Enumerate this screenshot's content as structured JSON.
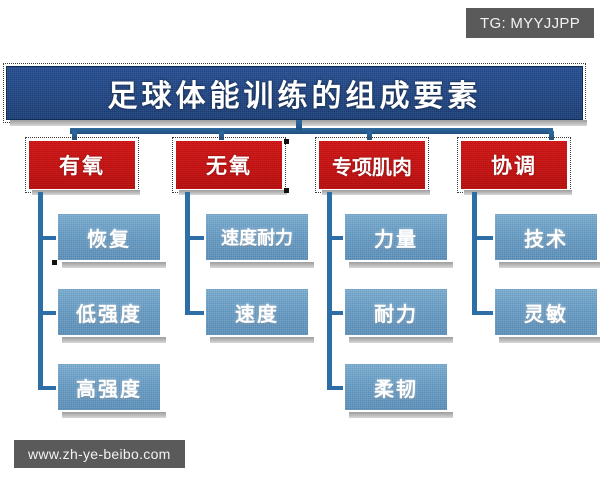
{
  "document": {
    "title": "足球体能训练的组成要素",
    "title_translation": "Components of Football Physical Training"
  },
  "watermarks": {
    "telegram": "TG: MYYJJPP",
    "website": "www.zh-ye-beibo.com"
  },
  "colors": {
    "title_fill": "#1d4280",
    "branch_fill": "#c61111",
    "leaf_fill": "#5b91bb",
    "connector": "#2a6193",
    "watermark_bg": "#5a5a5a",
    "page_bg": "#ffffff"
  },
  "diagram": {
    "type": "organization-tree",
    "root": "足球体能训练的组成要素",
    "branches": [
      {
        "label": "有氧",
        "children": [
          "恢复",
          "低强度",
          "高强度"
        ]
      },
      {
        "label": "无氧",
        "children": [
          "速度耐力",
          "速度"
        ]
      },
      {
        "label": "专项肌肉",
        "children": [
          "力量",
          "耐力",
          "柔韧"
        ]
      },
      {
        "label": "协调",
        "children": [
          "技术",
          "灵敏"
        ]
      }
    ]
  }
}
